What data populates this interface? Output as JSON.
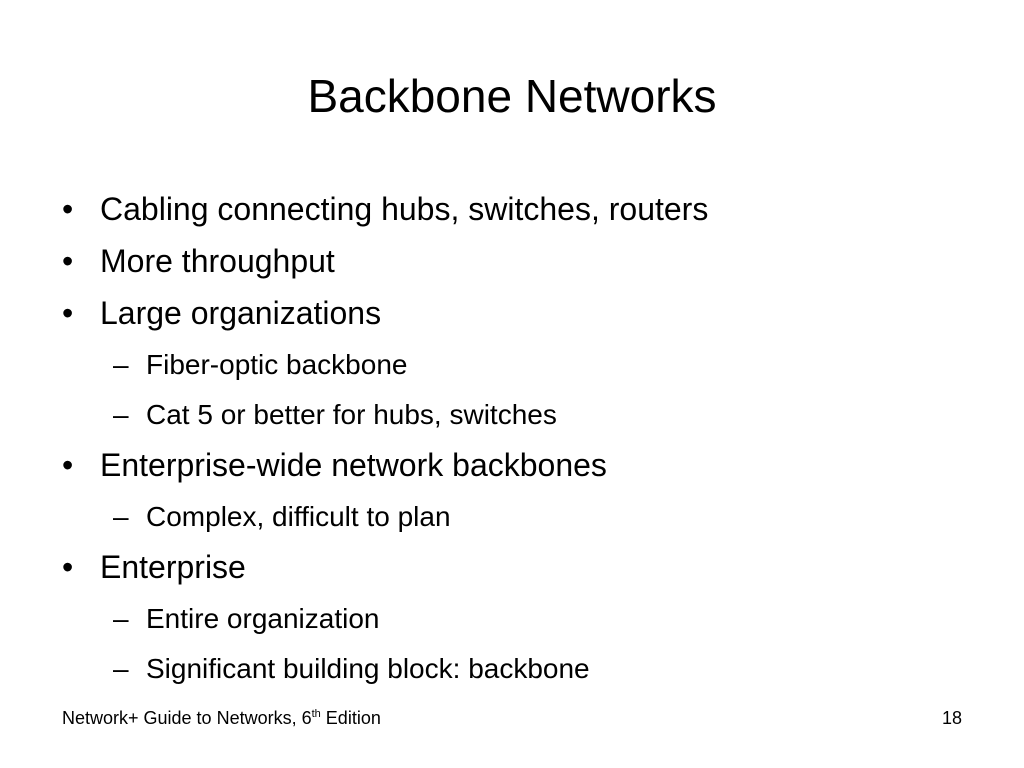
{
  "slide": {
    "title": "Backbone Networks",
    "bullet_marker": "•",
    "sub_marker": "–",
    "bullets": [
      {
        "text": "Cabling connecting hubs, switches, routers"
      },
      {
        "text": "More throughput"
      },
      {
        "text": "Large organizations"
      },
      {
        "text": "Fiber-optic backbone"
      },
      {
        "text": "Cat 5 or better for hubs, switches"
      },
      {
        "text": "Enterprise-wide network backbones"
      },
      {
        "text": "Complex, difficult to plan"
      },
      {
        "text": "Enterprise"
      },
      {
        "text": "Entire organization"
      },
      {
        "text": "Significant building block: backbone"
      }
    ],
    "footer": {
      "book_title": "Network+ Guide to Networks, 6",
      "edition_sup": "th",
      "edition_word": " Edition",
      "page_number": "18"
    }
  }
}
